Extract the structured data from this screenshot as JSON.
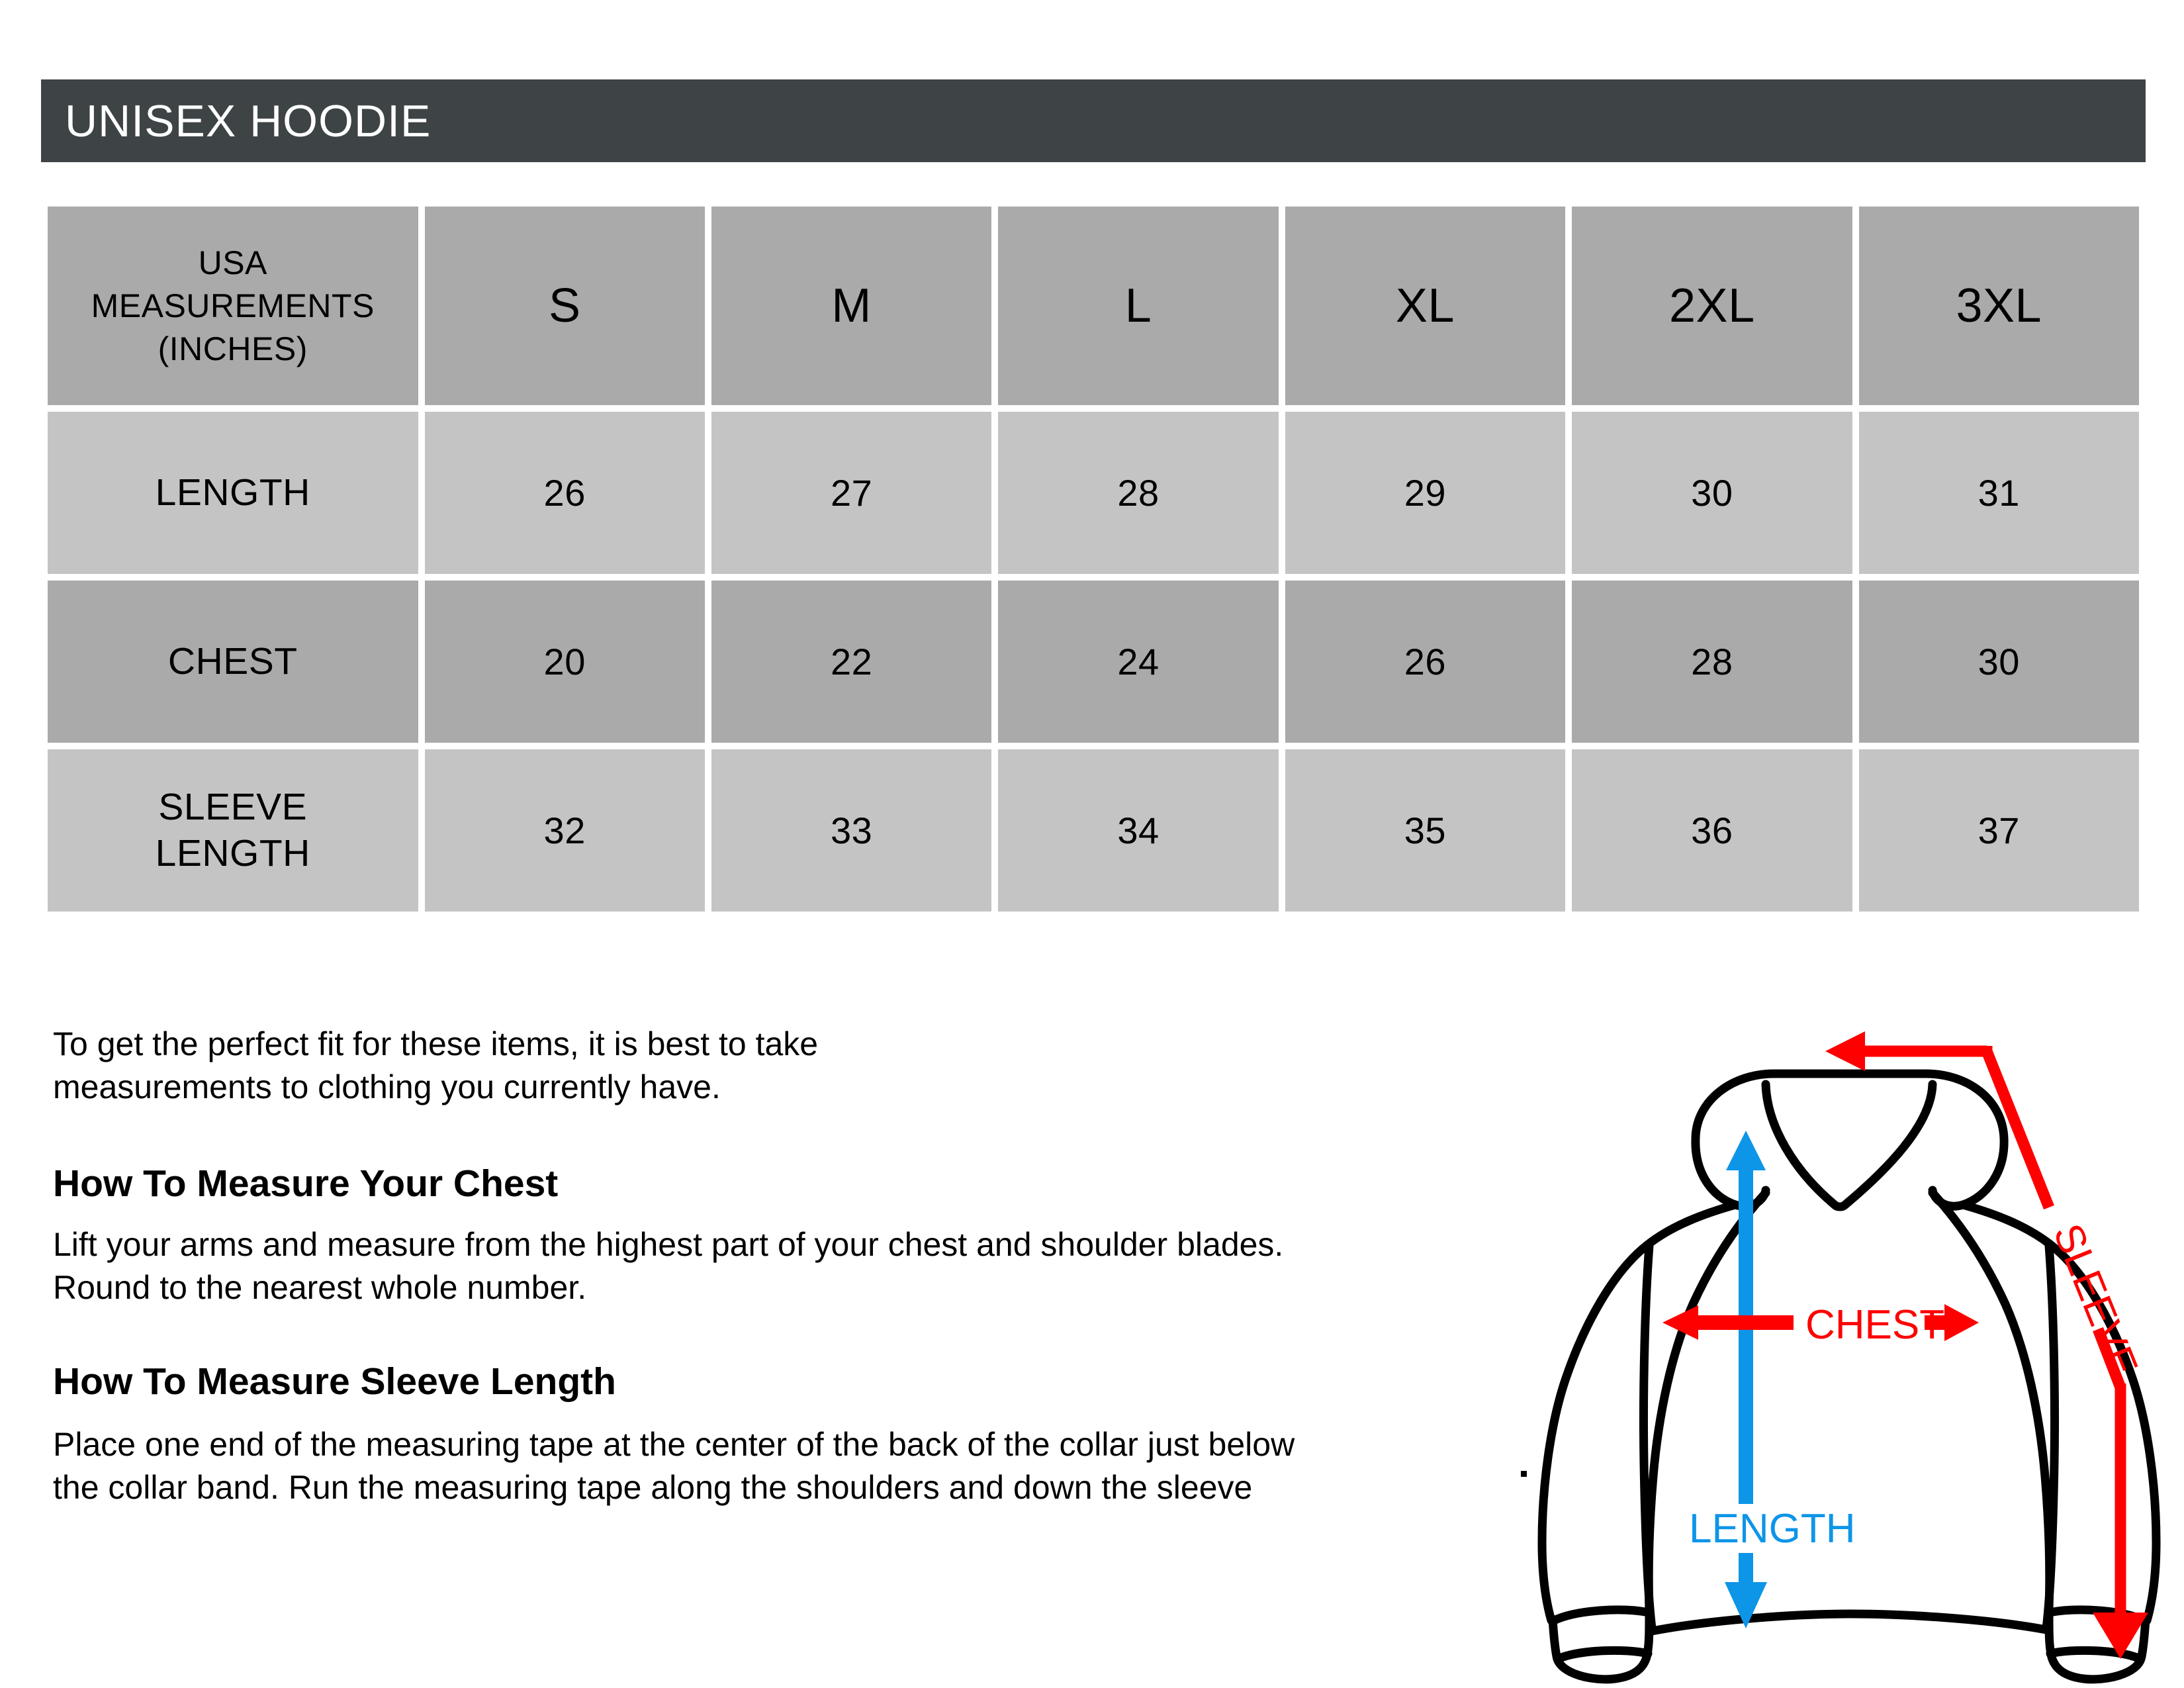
{
  "header": {
    "title": "UNISEX HOODIE",
    "bar_color": "#3e4445",
    "text_color": "#ffffff"
  },
  "size_table": {
    "corner_label": "USA MEASUREMENTS (INCHES)",
    "corner_label_line1": "USA",
    "corner_label_line2": "MEASUREMENTS",
    "corner_label_line3": "(INCHES)",
    "sizes": [
      "S",
      "M",
      "L",
      "XL",
      "2XL",
      "3XL"
    ],
    "rows": [
      {
        "label": "LENGTH",
        "label_line1": "LENGTH",
        "label_line2": "",
        "values": [
          "26",
          "27",
          "28",
          "29",
          "30",
          "31"
        ]
      },
      {
        "label": "CHEST",
        "label_line1": "CHEST",
        "label_line2": "",
        "values": [
          "20",
          "22",
          "24",
          "26",
          "28",
          "30"
        ]
      },
      {
        "label": "SLEEVE LENGTH",
        "label_line1": "SLEEVE",
        "label_line2": "LENGTH",
        "values": [
          "32",
          "33",
          "34",
          "35",
          "36",
          "37"
        ]
      }
    ],
    "header_bg": "#aaaaaa",
    "row_light_bg": "#c4c4c4",
    "row_dark_bg": "#aaaaaa"
  },
  "instructions": {
    "intro_line1": "To get the perfect fit for these items, it is best to take",
    "intro_line2": "measurements to clothing you currently have.",
    "chest_heading": "How To Measure Your Chest",
    "chest_body_line1": "Lift your arms and measure from the highest part of your chest and shoulder blades.",
    "chest_body_line2": "Round to the nearest whole number.",
    "sleeve_heading": "How To Measure Sleeve Length",
    "sleeve_body_line1": "Place one end of the measuring tape at the center of the back of the collar just below",
    "sleeve_body_line2": "the collar band. Run the measuring tape along the shoulders and down the sleeve"
  },
  "diagram": {
    "length_label": "LENGTH",
    "chest_label": "CHEST",
    "sleeve_label": "SLEEVE",
    "length_color": "#0d95e8",
    "chest_color": "#ff0000",
    "sleeve_color": "#ff0000",
    "outline_color": "#000000"
  }
}
